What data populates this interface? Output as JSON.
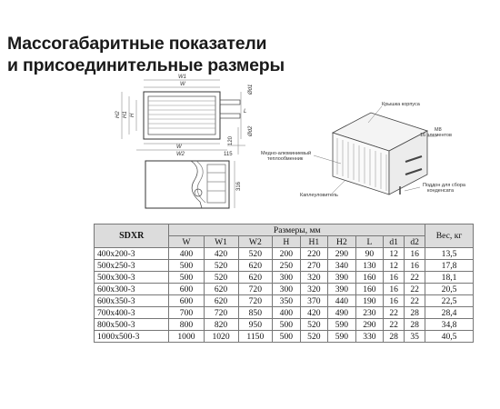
{
  "title": {
    "line1": "Массогабаритные показатели",
    "line2": "и присоединительные размеры"
  },
  "drawing": {
    "front_top": [
      "W1",
      "W",
      "W2"
    ],
    "front_side": [
      "H2",
      "H1",
      "H",
      "L"
    ],
    "front_right": [
      "Ød1",
      "Ød2",
      "120",
      "115"
    ],
    "side_dim": "316",
    "callouts": {
      "cover": "Крышка корпуса",
      "bolts": "М8\n16 элементов",
      "exchanger": "Медно-алюминиевый\nтеплообменник",
      "drain": "Поддон для сбора\nконденсата",
      "droplet": "Каплеуловитель"
    }
  },
  "table": {
    "model_header": "SDXR",
    "dims_header": "Размеры, мм",
    "weight_header": "Вес, кг",
    "columns": [
      "W",
      "W1",
      "W2",
      "H",
      "H1",
      "H2",
      "L",
      "d1",
      "d2"
    ],
    "rows": [
      {
        "model": "400x200-3",
        "values": [
          "400",
          "420",
          "520",
          "200",
          "220",
          "290",
          "90",
          "12",
          "16"
        ],
        "weight": "13,5"
      },
      {
        "model": "500x250-3",
        "values": [
          "500",
          "520",
          "620",
          "250",
          "270",
          "340",
          "130",
          "12",
          "16"
        ],
        "weight": "17,8"
      },
      {
        "model": "500x300-3",
        "values": [
          "500",
          "520",
          "620",
          "300",
          "320",
          "390",
          "160",
          "16",
          "22"
        ],
        "weight": "18,1"
      },
      {
        "model": "600x300-3",
        "values": [
          "600",
          "620",
          "720",
          "300",
          "320",
          "390",
          "160",
          "16",
          "22"
        ],
        "weight": "20,5"
      },
      {
        "model": "600x350-3",
        "values": [
          "600",
          "620",
          "720",
          "350",
          "370",
          "440",
          "190",
          "16",
          "22"
        ],
        "weight": "22,5"
      },
      {
        "model": "700x400-3",
        "values": [
          "700",
          "720",
          "850",
          "400",
          "420",
          "490",
          "230",
          "22",
          "28"
        ],
        "weight": "28,4"
      },
      {
        "model": "800x500-3",
        "values": [
          "800",
          "820",
          "950",
          "500",
          "520",
          "590",
          "290",
          "22",
          "28"
        ],
        "weight": "34,8"
      },
      {
        "model": "1000x500-3",
        "values": [
          "1000",
          "1020",
          "1150",
          "500",
          "520",
          "590",
          "330",
          "28",
          "35"
        ],
        "weight": "40,5"
      }
    ]
  }
}
